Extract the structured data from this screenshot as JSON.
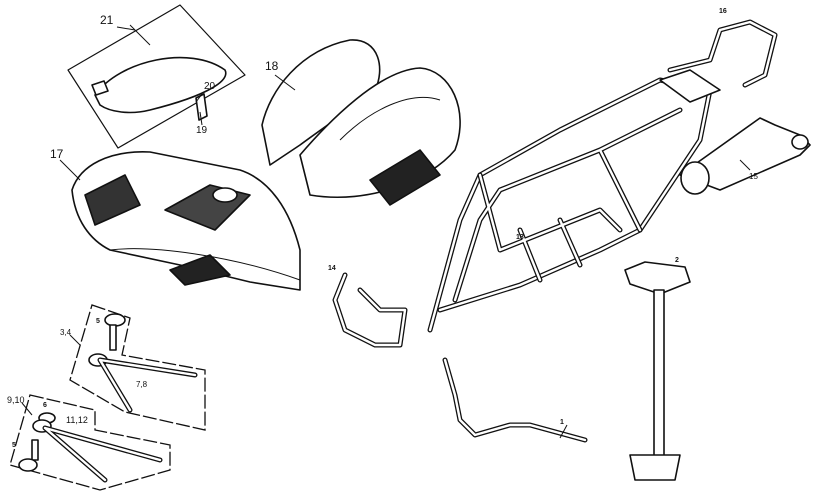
{
  "diagram": {
    "type": "exploded parts view",
    "part_labels": {
      "seat": "21",
      "seat_latch": "20",
      "latch_pin": "19",
      "rear_fender": "18",
      "front_fender": "17",
      "rear_rack": "16",
      "swing_arm": "15",
      "front_bumper": "14",
      "frame": "13",
      "steering_plate": "2",
      "handlebar": "1",
      "upper_arm_group": "3,4",
      "upper_ball_joint": "5",
      "upper_arm": "7,8",
      "lower_arm_group": "9,10",
      "lower_bushing": "6",
      "lower_arm": "11,12",
      "lower_ball_joint": "5"
    }
  }
}
